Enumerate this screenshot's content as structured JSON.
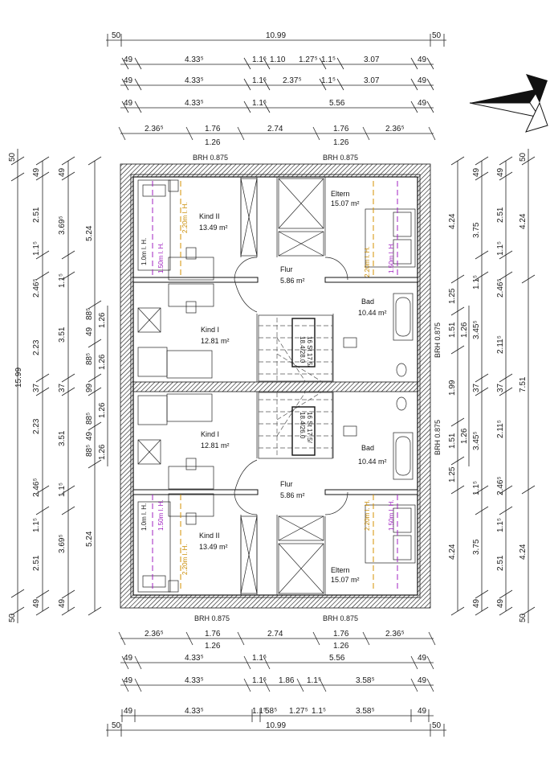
{
  "dims_top": {
    "row1": [
      "50",
      "10.99",
      "50"
    ],
    "row2": [
      "49",
      "4.33⁵",
      "1.1⁵",
      "1.10",
      "1.27⁵",
      "1.1⁵",
      "3.07",
      "49"
    ],
    "row3": [
      "49",
      "4.33⁵",
      "1.1⁵",
      "2.37⁵",
      "1.1⁵",
      "3.07",
      "49"
    ],
    "row4": [
      "49",
      "4.33⁵",
      "1.1⁵",
      "5.56",
      "49"
    ],
    "row5": [
      "2.36⁵",
      "1.76",
      "2.74",
      "1.76",
      "2.36⁵"
    ],
    "row5b": [
      "1.26",
      "1.26"
    ]
  },
  "dims_bottom": {
    "row1": [
      "2.36⁵",
      "1.76",
      "2.74",
      "1.76",
      "2.36⁵"
    ],
    "row1b": [
      "1.26",
      "1.26"
    ],
    "row2": [
      "49",
      "4.33⁵",
      "1.1⁵",
      "5.56",
      "49"
    ],
    "row3": [
      "49",
      "4.33⁵",
      "1.1⁵",
      "1.86",
      "1.1⁵",
      "3.58⁵",
      "49"
    ],
    "row4": [
      "49",
      "4.33⁵",
      "1.1⁵",
      "58⁵",
      "1.27⁵",
      "1.1⁵",
      "3.58⁵",
      "49"
    ],
    "row5": [
      "50",
      "10.99",
      "50"
    ]
  },
  "dims_left": {
    "overall": "15.99",
    "outer_ends": [
      "50",
      "50"
    ],
    "col1": [
      "49",
      "2.51",
      "1.1⁵",
      "2.46⁵",
      "2.23",
      "37",
      "2.23",
      "2.46⁵",
      "1.1⁵",
      "2.51",
      "49"
    ],
    "col2": [
      "49",
      "3.69⁵",
      "1.1⁵",
      "3.51",
      "37",
      "3.51",
      "1.1⁵",
      "3.69⁵",
      "49"
    ],
    "col3": [
      "5.24",
      "88⁵",
      "49",
      "88⁵",
      "99",
      "88⁵",
      "49",
      "88⁵",
      "5.24"
    ],
    "col4": [
      "1.26",
      "1.26",
      "1.26",
      "1.26"
    ]
  },
  "dims_right": {
    "overall": [
      "4.24",
      "7.51",
      "4.24"
    ],
    "outer_ends": [
      "50",
      "50"
    ],
    "col1": [
      "49",
      "2.51",
      "1.1⁵",
      "2.46⁵",
      "2.11⁵",
      "37",
      "2.11⁵",
      "2.46⁵",
      "1.1⁵",
      "2.51",
      "49"
    ],
    "col2": [
      "49",
      "3.75",
      "1.1⁵",
      "3.45⁵",
      "37",
      "3.45⁵",
      "1.1⁵",
      "3.75",
      "49"
    ],
    "col3": [
      "4.24",
      "1.25",
      "1.51",
      "1.99",
      "1.51",
      "1.25",
      "4.24"
    ],
    "col4": [
      "1.26",
      "1.26"
    ]
  },
  "brh": {
    "top_left": "BRH 0.875",
    "top_right": "BRH 0.875",
    "bottom_left": "BRH 0.875",
    "bottom_right": "BRH 0.875",
    "right_upper": "BRH 0.875",
    "right_lower": "BRH 0.875"
  },
  "rooms": {
    "kind2_top": {
      "name": "Kind II",
      "area": "13.49 m²"
    },
    "eltern_top": {
      "name": "Eltern",
      "area": "15.07 m²"
    },
    "flur_top": {
      "name": "Flur",
      "area": "5.86 m²"
    },
    "bad_top": {
      "name": "Bad",
      "area": "10.44 m²"
    },
    "kind1_top": {
      "name": "Kind I",
      "area": "12.81 m²"
    },
    "kind1_bottom": {
      "name": "Kind I",
      "area": "12.81 m²"
    },
    "bad_bottom": {
      "name": "Bad",
      "area": "10.44 m²"
    },
    "flur_bottom": {
      "name": "Flur",
      "area": "5.86 m²"
    },
    "kind2_bottom": {
      "name": "Kind II",
      "area": "13.49 m²"
    },
    "eltern_bottom": {
      "name": "Eltern",
      "area": "15.07 m²"
    }
  },
  "height_labels": {
    "h100": "1.0m l. H.",
    "h150": "1.50m l. H.",
    "h220": "2.20m l. H."
  },
  "stairs": {
    "top_label": "16 St 17.5/",
    "top_label2": "18.4/28.0",
    "bottom_label": "16 St 17.5/",
    "bottom_label2": "18.4/26.0"
  },
  "colors": {
    "purple_line": "#a020c0",
    "orange_line": "#d49000",
    "wall": "#111111"
  },
  "icons": [
    "north-arrow-icon"
  ]
}
